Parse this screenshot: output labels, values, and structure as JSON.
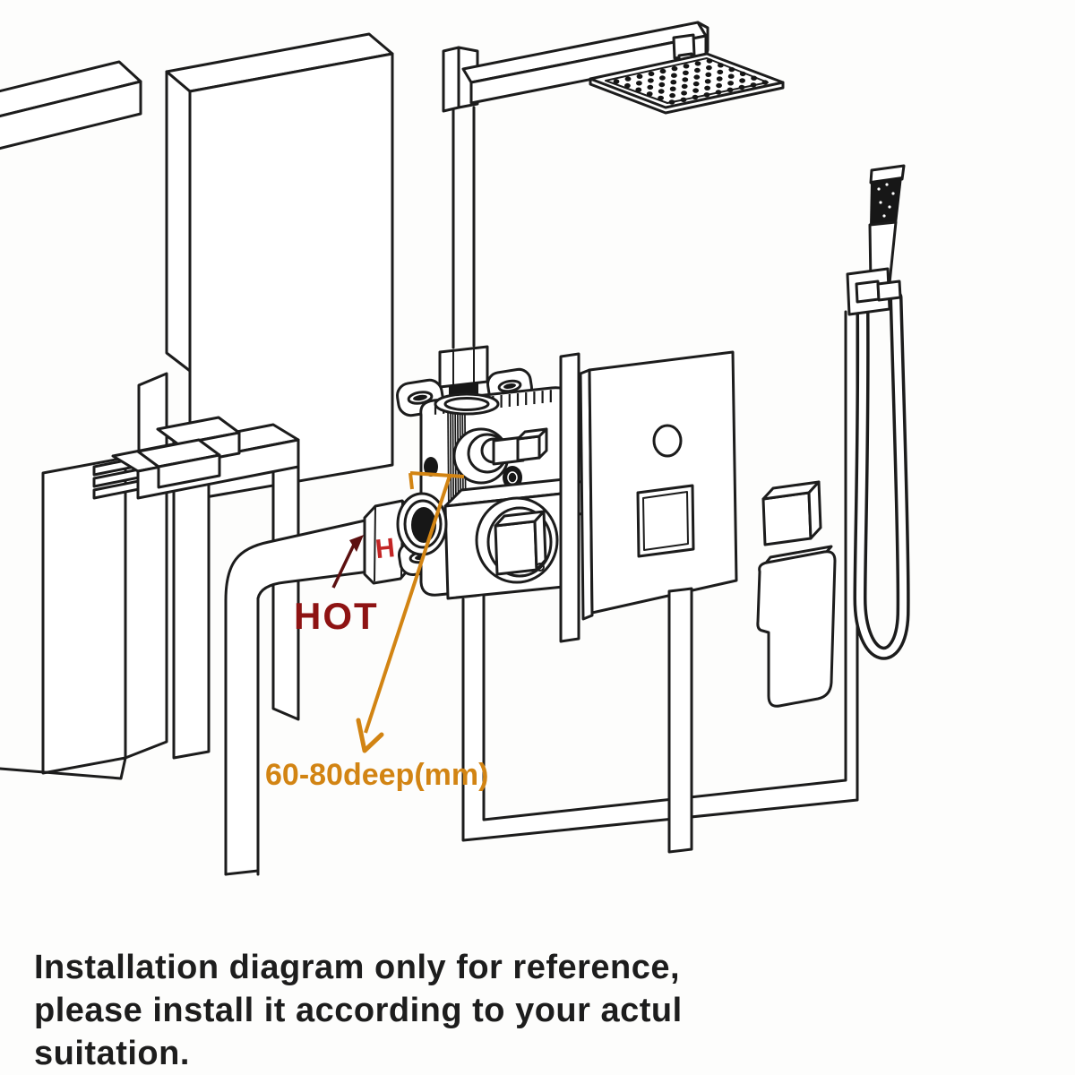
{
  "diagram": {
    "type": "shower-system-installation-diagram",
    "labels": {
      "hot": "HOT",
      "fitting_mark": "H",
      "depth_note": "60-80deep(mm)"
    },
    "caption_lines": [
      "Installation diagram only for reference,",
      "please install it according to your actul",
      "suitation."
    ],
    "colors": {
      "line": "#1c1c1c",
      "hot_red": "#8e1313",
      "hot_arrow": "#5c1010",
      "fitting_red": "#c32525",
      "depth_orange": "#d28413",
      "caption_black": "#1d1d1d",
      "background": "#fdfdfc"
    },
    "components": [
      "wall-framing",
      "hot-water-supply-pipe",
      "rough-in-mixer-valve",
      "shower-riser-pipe",
      "shower-arm",
      "rain-shower-head",
      "control-plate",
      "diverter-button",
      "handle-adapter-cube",
      "lever-handle",
      "handheld-shower",
      "shower-hose",
      "wall-bracket",
      "outlet-pipes"
    ]
  }
}
